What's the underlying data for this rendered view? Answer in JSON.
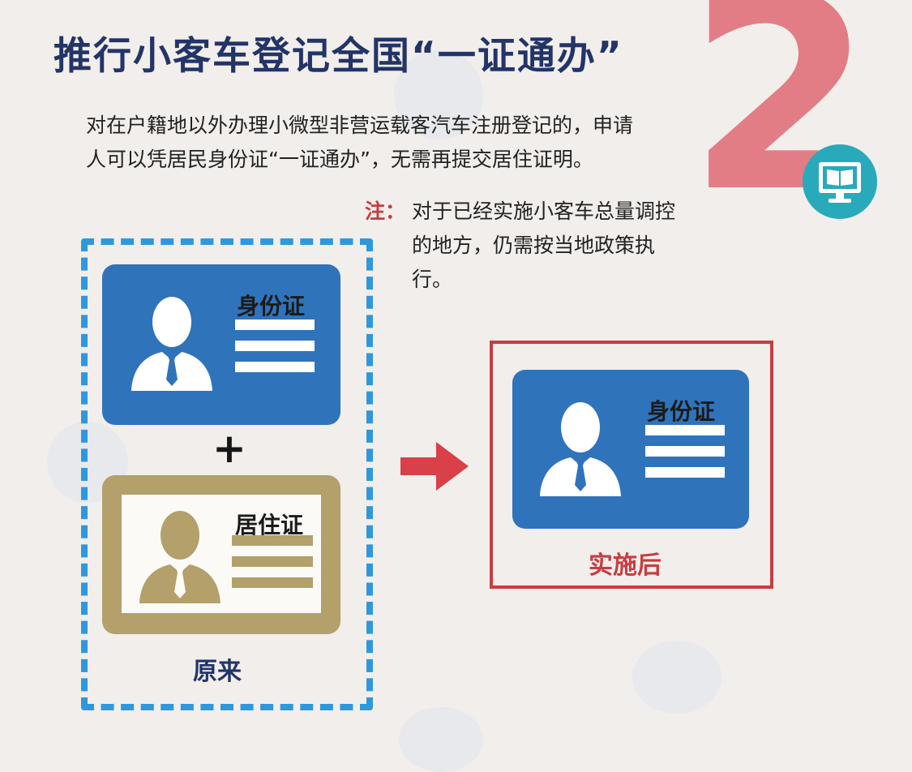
{
  "title": "推行小客车登记全国“一证通办”",
  "section_number": "2",
  "body_text": "对在户籍地以外办理小微型非营运载客汽车注册登记的，申请人可以凭居民身份证“一证通办”，无需再提交居住证明。",
  "note": {
    "label": "注：",
    "text": "对于已经实施小客车总量调控的地方，仍需按当地政策执行。"
  },
  "before": {
    "id_card_title": "身份证",
    "plus": "+",
    "residence_card_title": "居住证",
    "caption": "原来"
  },
  "after": {
    "id_card_title": "身份证",
    "caption": "实施后"
  },
  "icons": {
    "badge": "monitor-book-icon",
    "person": "person-icon",
    "arrow": "right-arrow-icon"
  },
  "colors": {
    "title": "#233467",
    "accent_red": "#c83c41",
    "number": "#e06a74",
    "card_blue": "#2f73bb",
    "card_gold": "#b3a06a",
    "dashed_border": "#2f98dc",
    "badge_teal": "#28aaba"
  }
}
